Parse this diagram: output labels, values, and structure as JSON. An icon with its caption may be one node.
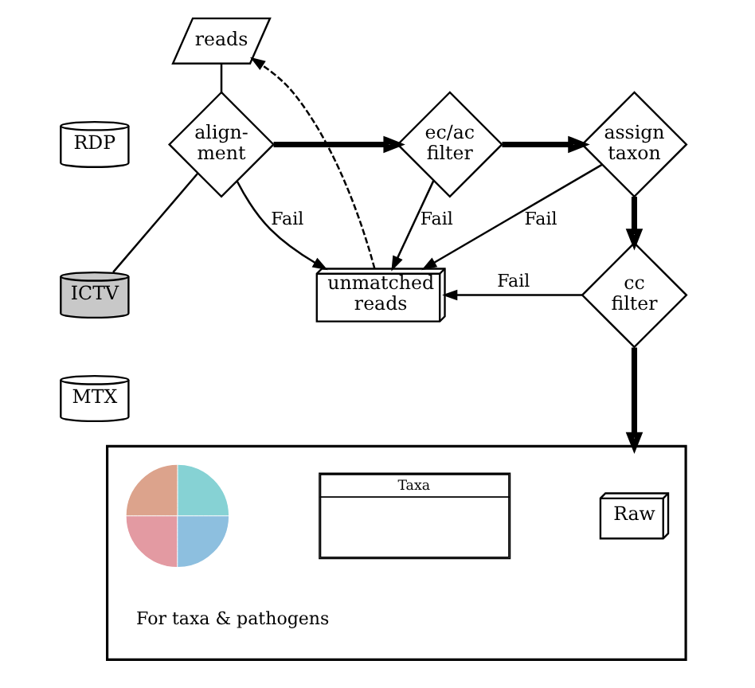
{
  "diagram": {
    "nodes": [
      {
        "text": [
          "reads"
        ]
      },
      {
        "text": [
          "RDP"
        ]
      },
      {
        "text": [
          "ICTV"
        ]
      },
      {
        "text": [
          "MTX"
        ]
      },
      {
        "text": [
          "align- ment"
        ]
      },
      {
        "text": [
          "ec/ac filter"
        ]
      },
      {
        "text": [
          "assign taxon"
        ]
      },
      {
        "text": [
          "unmatched reads"
        ]
      },
      {
        "text": [
          "cc filter"
        ]
      },
      {
        "text": [],
        "shape": "box"
      },
      {
        "text": [],
        "shape": "picture",
        "beside": [
          "For taxa & pathogens"
        ],
        "in": 9
      },
      {
        "text": [
          "Taxa"
        ],
        "in": 9
      },
      {
        "text": [
          "Raw"
        ],
        "in": 9
      }
    ],
    "edges": [
      {
        "from": 0,
        "to": 4,
        "arrow": "none"
      },
      {
        "from": 2,
        "to": 4,
        "arrow": "none"
      },
      {
        "from": 4,
        "to": 5,
        "arrow": "to",
        "style": "thick"
      },
      {
        "from": 5,
        "to": 6,
        "arrow": "to",
        "style": "thick"
      },
      {
        "from": 6,
        "to": 8,
        "arrow": "to",
        "style": "thick"
      },
      {
        "from": 8,
        "to": 9,
        "arrow": "to",
        "style": "thick"
      },
      {
        "from": 4,
        "to": 7,
        "arrow": "to",
        "label": "Fail"
      },
      {
        "from": 5,
        "to": 7,
        "arrow": "to",
        "label": "Fail"
      },
      {
        "from": 6,
        "to": 7,
        "arrow": "to",
        "label": "Fail"
      },
      {
        "from": 8,
        "to": 7,
        "arrow": "to",
        "label": "Fail"
      },
      {
        "from": 7,
        "to": 0,
        "arrow": "to",
        "style": "dashed"
      }
    ]
  }
}
